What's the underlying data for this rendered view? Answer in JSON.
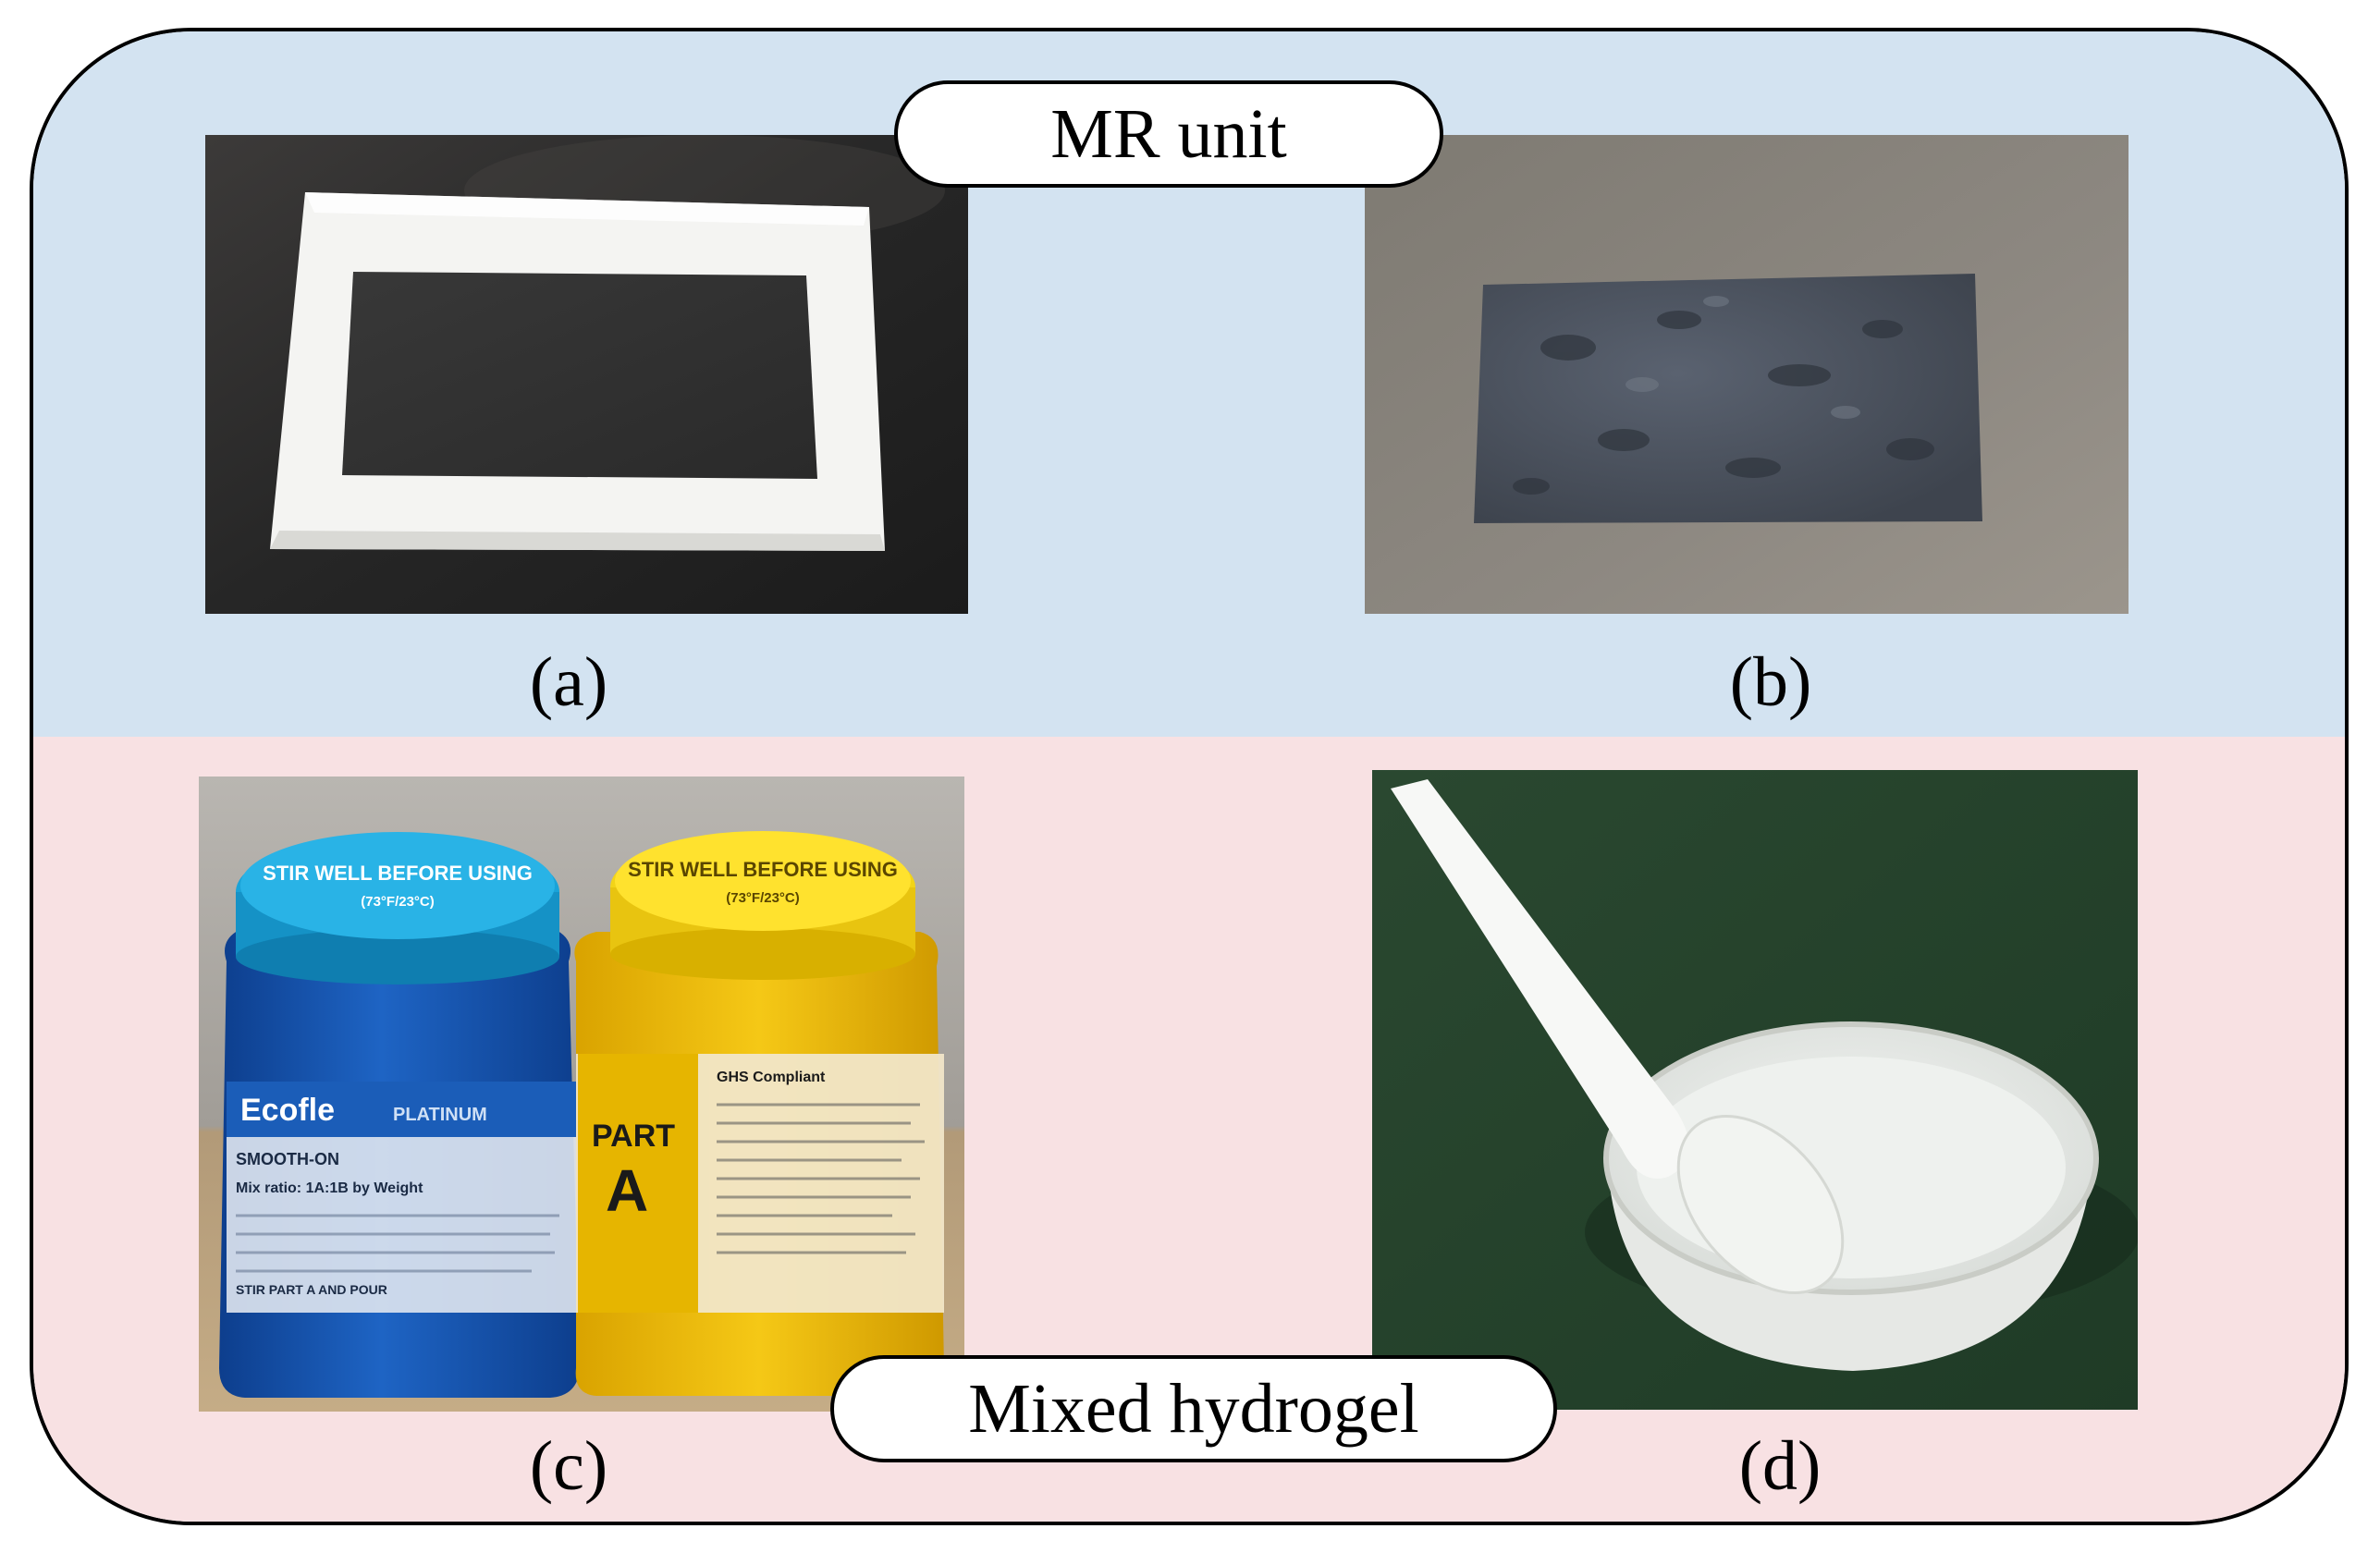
{
  "sections": {
    "top": {
      "label": "MR unit"
    },
    "bottom": {
      "label": "Mixed hydrogel"
    }
  },
  "panels": {
    "a": {
      "caption": "(a)"
    },
    "b": {
      "caption": "(b)"
    },
    "c": {
      "caption": "(c)",
      "lid_text": "STIR WELL BEFORE USING",
      "lid_small": "(73°F/23°C)",
      "brand": "SMOOTH-ON",
      "product": "Ecofle",
      "subtitle": "PLATINUM",
      "mix_ratio": "Mix ratio: 1A:1B by Weight",
      "part_word": "PART",
      "part_letter": "A",
      "stir_note": "STIR PART A AND POUR",
      "compliance": "GHS Compliant"
    },
    "d": {
      "caption": "(d)"
    }
  },
  "colors": {
    "top_band": "#d3e3f1",
    "bottom_band": "#f8e1e3",
    "border": "#000000"
  }
}
